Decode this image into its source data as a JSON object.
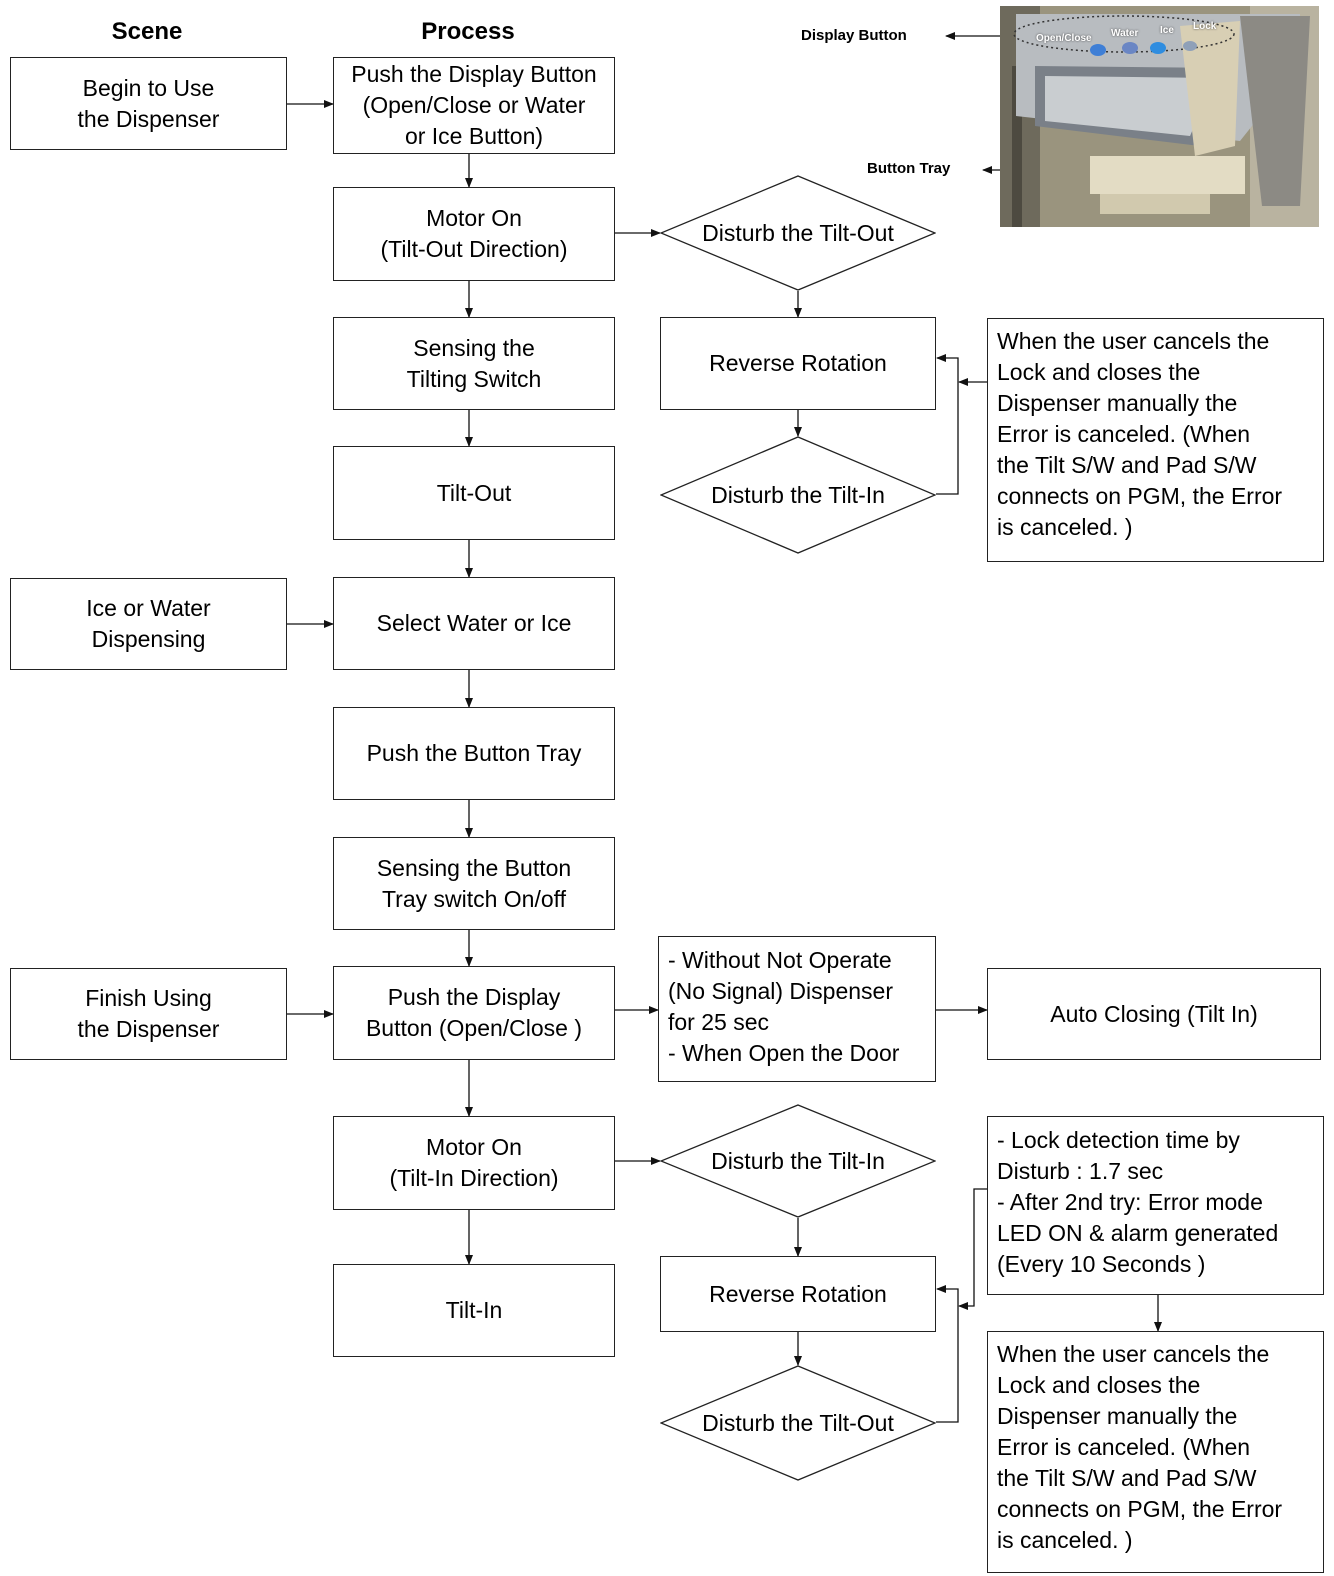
{
  "headings": {
    "scene": "Scene",
    "process": "Process"
  },
  "scene": {
    "begin": "Begin to Use\nthe Dispenser",
    "dispensing": "Ice or Water\nDispensing",
    "finish": "Finish Using\nthe Dispenser"
  },
  "process": {
    "push_display": "Push the Display Button\n(Open/Close or Water\nor Ice Button)",
    "motor_out": "Motor On\n(Tilt-Out Direction)",
    "sensing_tilt": "Sensing the\nTilting Switch",
    "tilt_out": "Tilt-Out",
    "select": "Select Water or Ice",
    "push_tray": "Push the Button Tray",
    "sensing_tray": "Sensing the Button\nTray switch On/off",
    "push_display_close": "Push the Display\nButton (Open/Close )",
    "motor_in": "Motor On\n(Tilt-In Direction)",
    "tilt_in": "Tilt-In"
  },
  "upper_branch": {
    "disturb_out": "Disturb the Tilt-Out",
    "reverse": "Reverse Rotation",
    "disturb_in": "Disturb the Tilt-In",
    "note": "When the user cancels the\nLock and closes the\nDispenser manually the\nError is canceled. (When\nthe Tilt S/W and Pad S/W\nconnects on PGM, the Error\nis canceled. )"
  },
  "auto": {
    "conditions": "- Without Not Operate\n  (No Signal) Dispenser\n  for 25 sec\n- When Open the Door",
    "closing": "Auto Closing (Tilt In)"
  },
  "lower_branch": {
    "disturb_in": "Disturb the Tilt-In",
    "reverse": "Reverse Rotation",
    "disturb_out": "Disturb the Tilt-Out",
    "lock_note": "- Lock detection time by\n  Disturb : 1.7 sec\n- After 2nd try: Error mode\n  LED ON & alarm generated\n  (Every 10 Seconds )",
    "note": "When the user cancels the\nLock and closes the\nDispenser manually the\nError is canceled. (When\nthe Tilt S/W and Pad S/W\nconnects on PGM, the Error\nis canceled. )"
  },
  "photo": {
    "display_button_label": "Display Button",
    "button_tray_label": "Button Tray",
    "buttons": [
      "Open/Close",
      "Water",
      "Ice",
      "Lock"
    ]
  }
}
